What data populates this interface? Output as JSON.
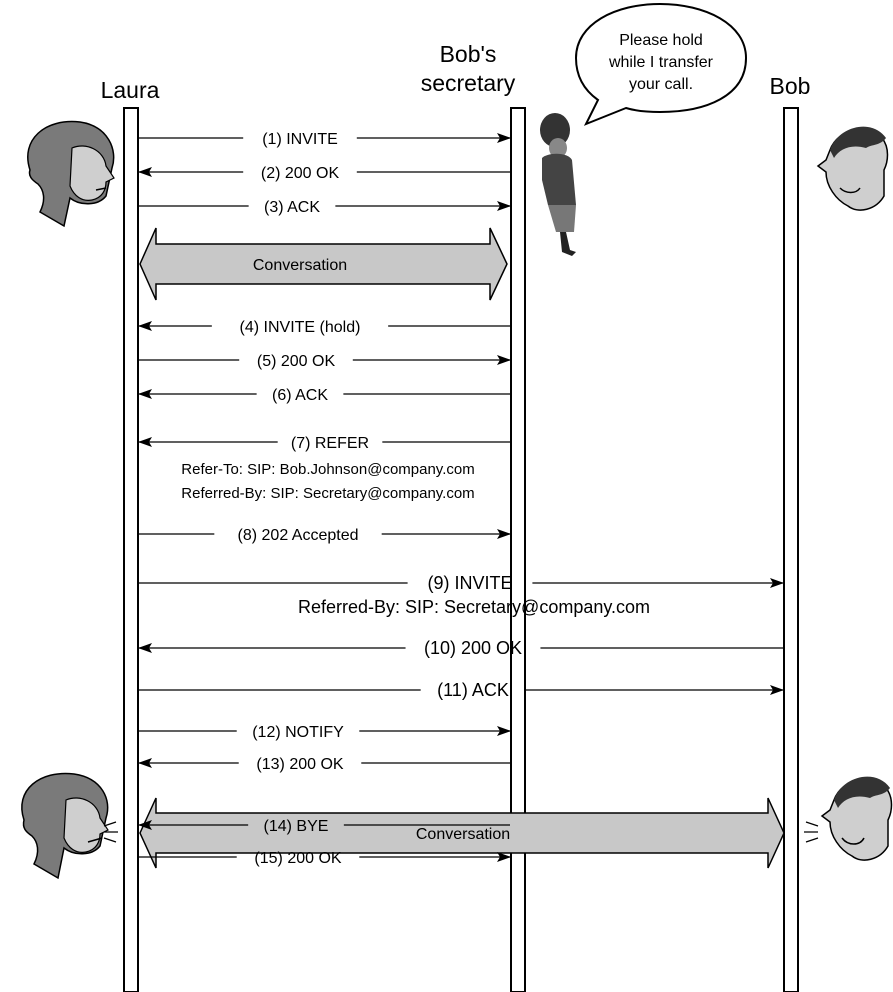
{
  "participants": {
    "laura": "Laura",
    "secretary_line1": "Bob's",
    "secretary_line2": "secretary",
    "bob": "Bob"
  },
  "speech_bubble": [
    "Please hold",
    "while I transfer",
    "your call."
  ],
  "messages": [
    {
      "label": "(1) INVITE"
    },
    {
      "label": "(2) 200 OK"
    },
    {
      "label": "(3) ACK"
    },
    {
      "label": "(4) INVITE (hold)"
    },
    {
      "label": "(5) 200 OK"
    },
    {
      "label": "(6) ACK"
    },
    {
      "label": "(7) REFER"
    },
    {
      "label": "(8) 202 Accepted"
    },
    {
      "label": "(9) INVITE"
    },
    {
      "label": "(10) 200 OK"
    },
    {
      "label": "(11) ACK"
    },
    {
      "label": "(12) NOTIFY"
    },
    {
      "label": "(13) 200 OK"
    },
    {
      "label": "(14) BYE"
    },
    {
      "label": "(15) 200 OK"
    }
  ],
  "headers": {
    "refer_to": "Refer-To: SIP: Bob.Johnson@company.com",
    "referred_by_refer": "Referred-By: SIP: Secretary@company.com",
    "referred_by_invite": "Referred-By: SIP: Secretary@company.com"
  },
  "conversations": [
    "Conversation",
    "Conversation"
  ],
  "colors": {
    "line": "#000000",
    "conversation_fill": "#c8c8c8",
    "face_fill": "#cfcfcf",
    "hair_fill": "#7a7a7a"
  }
}
